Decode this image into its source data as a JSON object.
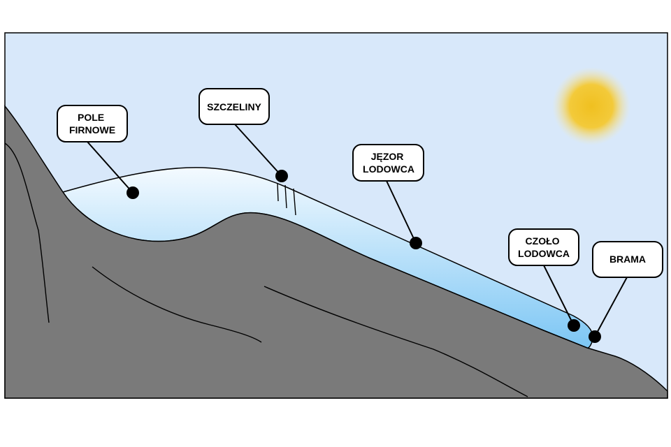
{
  "diagram": {
    "labels": {
      "pole_firnowe": [
        "POLE",
        "FIRNOWE"
      ],
      "szczeliny": [
        "SZCZELINY"
      ],
      "jezor_lodowca": [
        "JĘZOR",
        "LODOWCA"
      ],
      "czolo_lodowca": [
        "CZOŁO",
        "LODOWCA"
      ],
      "brama": [
        "BRAMA"
      ]
    },
    "colors": {
      "sky": "#d8e8fa",
      "rock": "#7a7a7a",
      "ice_light": "#f0f8ff",
      "ice_dark": "#7cc6f4",
      "sun": "#f0c020",
      "outline": "#000000",
      "label_box": "#ffffff"
    }
  }
}
